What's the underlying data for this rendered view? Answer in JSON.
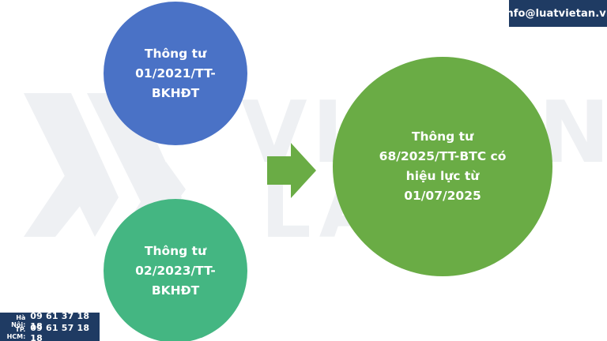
{
  "header": {
    "email": "info@luatvietan.vn"
  },
  "watermark": {
    "line1": "VIETAN",
    "line2": "LAW"
  },
  "diagram": {
    "sources": [
      {
        "text": "Thông tư 01/2021/TT-BKHĐT",
        "color": "#4a72c6"
      },
      {
        "text": "Thông tư 02/2023/TT-BKHĐT",
        "color": "#44b682"
      }
    ],
    "target": {
      "text": "Thông tư 68/2025/TT-BTC có hiệu lực từ 01/07/2025",
      "color": "#6aac45"
    },
    "arrow_color": "#6aac45"
  },
  "contact": {
    "hanoi_label": "Hà Nội:",
    "hanoi_phone": "09 61 37 18 18",
    "hcm_label": "TP. HCM:",
    "hcm_phone": "09 61 57 18 18"
  }
}
